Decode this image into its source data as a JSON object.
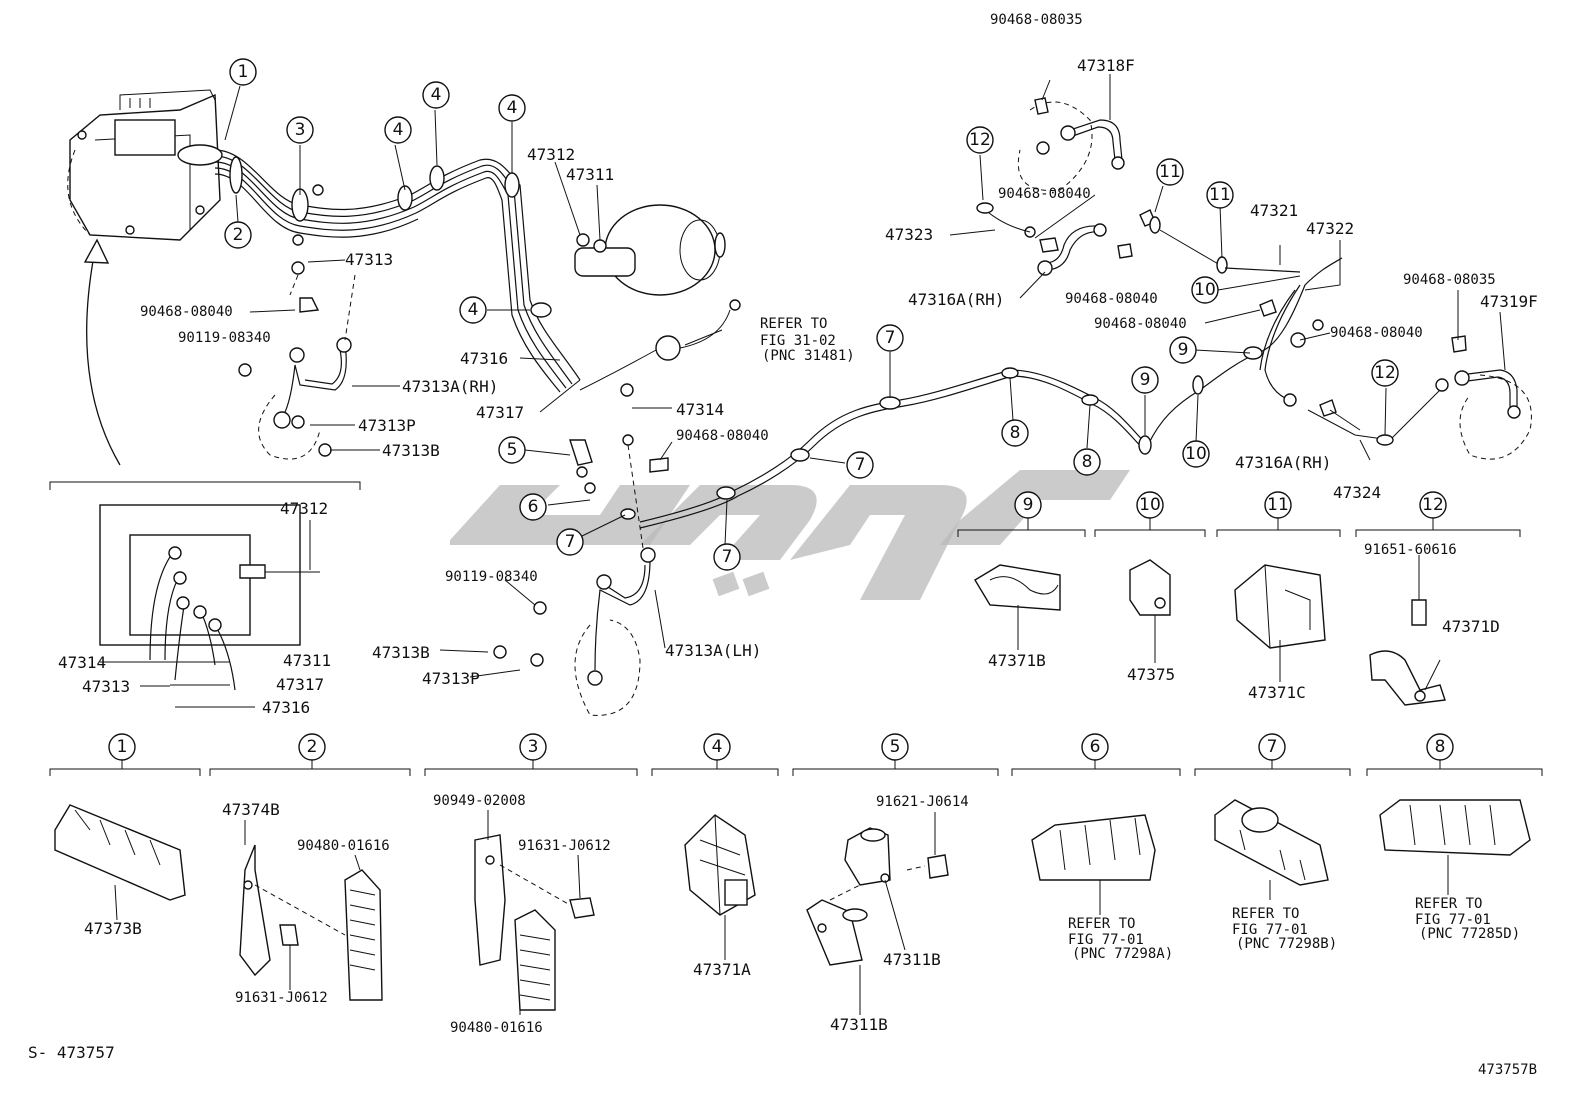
{
  "callouts": [
    {
      "n": "1"
    },
    {
      "n": "2"
    },
    {
      "n": "3"
    },
    {
      "n": "4"
    },
    {
      "n": "4"
    },
    {
      "n": "4"
    },
    {
      "n": "4"
    },
    {
      "n": "5"
    },
    {
      "n": "6"
    },
    {
      "n": "7"
    },
    {
      "n": "7"
    },
    {
      "n": "7"
    },
    {
      "n": "7"
    },
    {
      "n": "8"
    },
    {
      "n": "8"
    },
    {
      "n": "9"
    },
    {
      "n": "9"
    },
    {
      "n": "9"
    },
    {
      "n": "10"
    },
    {
      "n": "10"
    },
    {
      "n": "10"
    },
    {
      "n": "11"
    },
    {
      "n": "11"
    },
    {
      "n": "11"
    },
    {
      "n": "12"
    },
    {
      "n": "12"
    },
    {
      "n": "12"
    },
    {
      "n": "1"
    },
    {
      "n": "2"
    },
    {
      "n": "3"
    },
    {
      "n": "4"
    },
    {
      "n": "5"
    },
    {
      "n": "6"
    },
    {
      "n": "7"
    },
    {
      "n": "8"
    }
  ],
  "labels": [
    "47313",
    "90468-08040",
    "90119-08340",
    "47313A(RH)",
    "47313P",
    "47313B",
    "47312",
    "47311",
    "47316",
    "47317",
    "47314",
    "90468-08040",
    "REFER TO",
    "FIG 31-02",
    "(PNC 31481)",
    "90119-08340",
    "47313B",
    "47313P",
    "47313A(LH)",
    "47312",
    "47314",
    "47311",
    "47313",
    "47317",
    "47316",
    "90468-08035",
    "47318F",
    "47323",
    "90468-08040",
    "90468-08040",
    "47316A(RH)",
    "90468-08040",
    "47321",
    "47322",
    "90468-08035",
    "47319F",
    "90468-08040",
    "47316A(RH)",
    "47324",
    "47371B",
    "47375",
    "47371C",
    "91651-60616",
    "47371D",
    "47373B",
    "47374B",
    "90480-01616",
    "91631-J0612",
    "90949-02008",
    "91631-J0612",
    "90480-01616",
    "47371A",
    "91621-J0614",
    "47311B",
    "47311B",
    "REFER TO",
    "FIG 77-01",
    "(PNC 77298A)",
    "REFER TO",
    "FIG 77-01",
    "(PNC 77298B)",
    "REFER TO",
    "FIG 77-01",
    "(PNC 77285D)",
    "S- 473757",
    "473757B"
  ]
}
